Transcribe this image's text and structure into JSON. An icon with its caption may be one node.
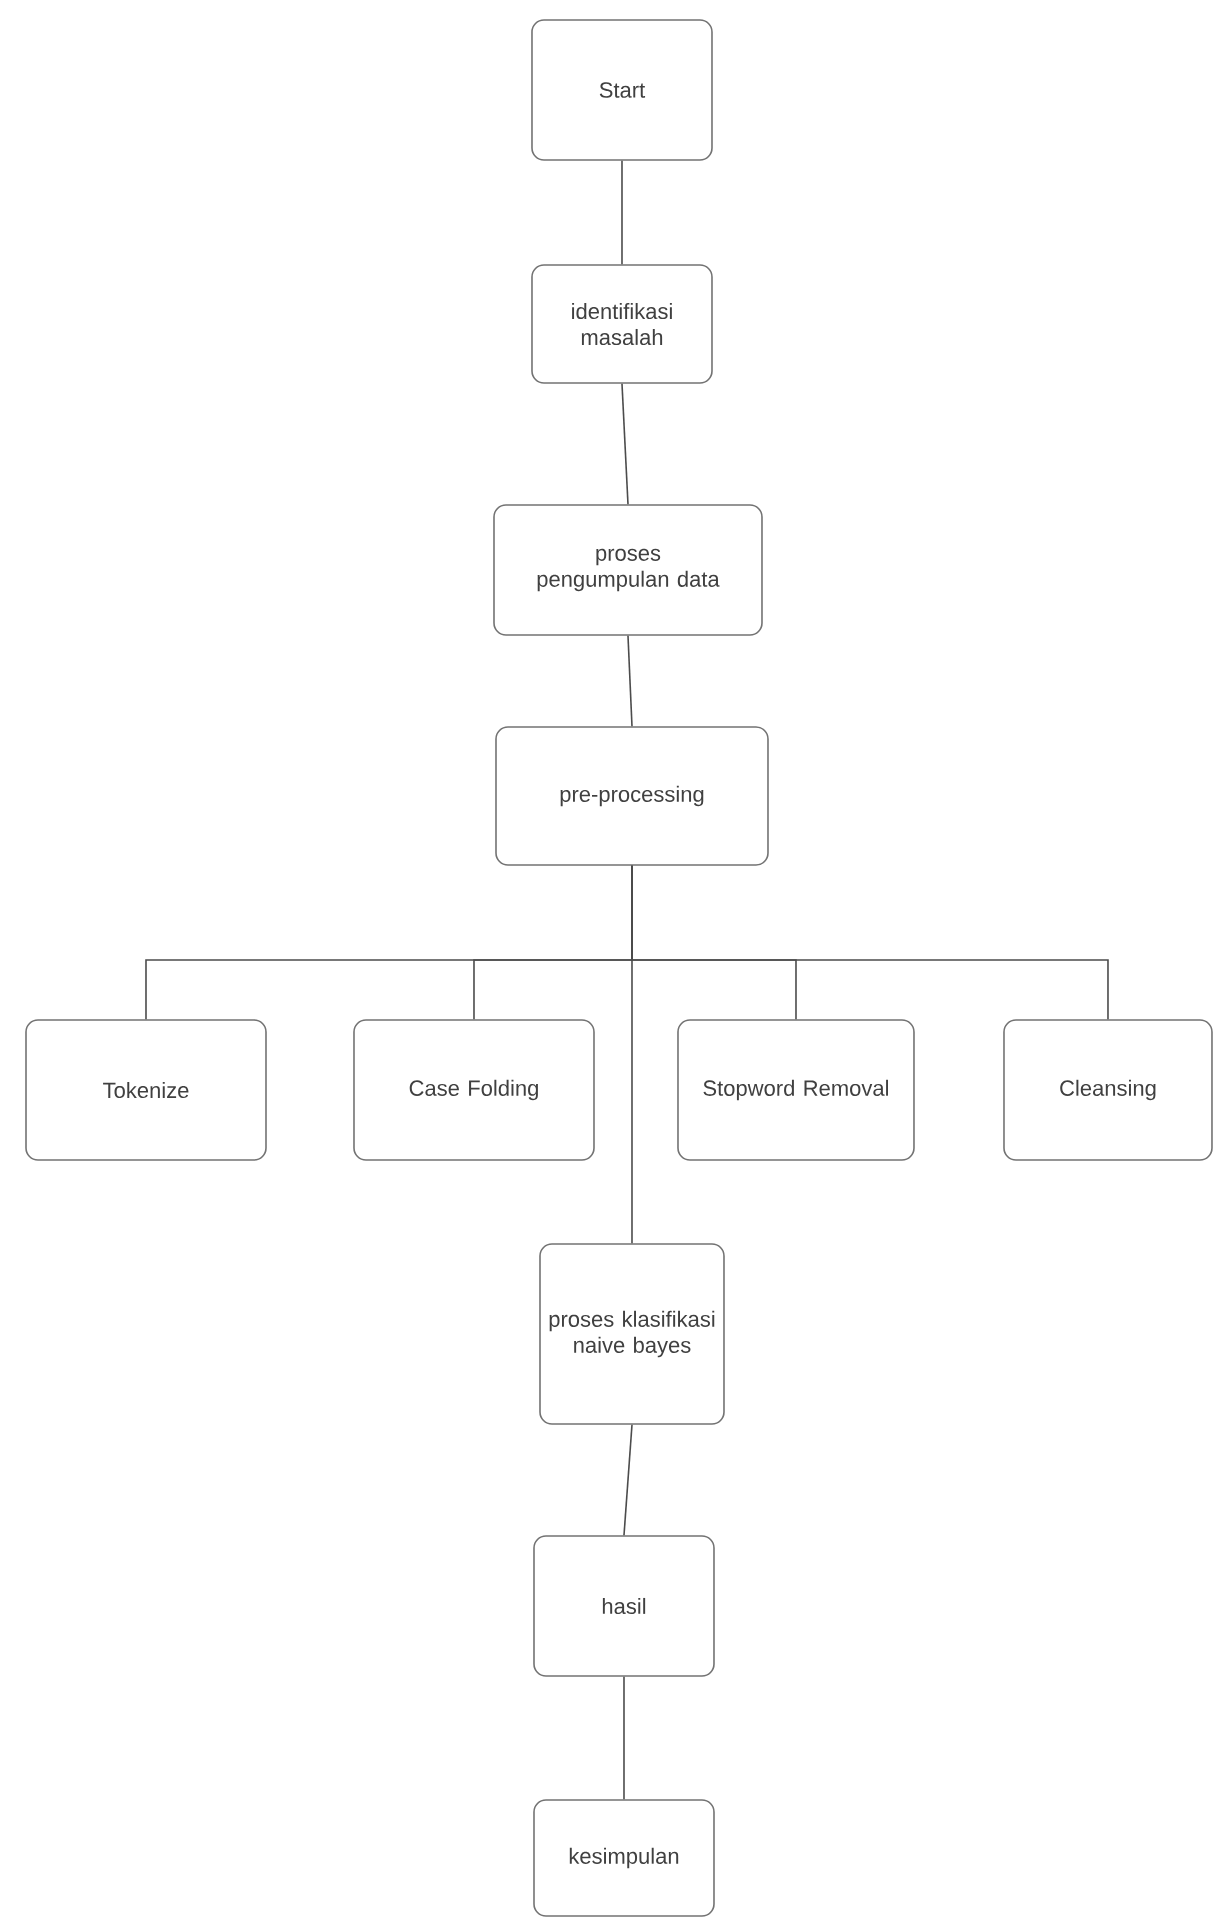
{
  "diagram": {
    "nodes": [
      {
        "text": [
          "Start"
        ]
      },
      {
        "text": [
          "identifikasi masalah"
        ]
      },
      {
        "text": [
          "proses pengumpulan data"
        ]
      },
      {
        "text": [
          "pre-processing"
        ]
      },
      {
        "text": [
          "Tokenize"
        ]
      },
      {
        "text": [
          "Case Folding"
        ]
      },
      {
        "text": [
          "Stopword Removal"
        ]
      },
      {
        "text": [
          "Cleansing"
        ]
      },
      {
        "text": [
          "proses klasifikasi naive bayes"
        ]
      },
      {
        "text": [
          "hasil"
        ]
      },
      {
        "text": [
          "kesimpulan"
        ]
      }
    ],
    "edges": [
      {
        "from": 0,
        "to": 1,
        "arrow": "none"
      },
      {
        "from": 1,
        "to": 2,
        "arrow": "none"
      },
      {
        "from": 2,
        "to": 3,
        "arrow": "none"
      },
      {
        "from": 3,
        "to": 4,
        "arrow": "none"
      },
      {
        "from": 3,
        "to": 5,
        "arrow": "none"
      },
      {
        "from": 3,
        "to": 6,
        "arrow": "none"
      },
      {
        "from": 3,
        "to": 7,
        "arrow": "none"
      },
      {
        "from": 3,
        "to": 8,
        "arrow": "none"
      },
      {
        "from": 8,
        "to": 9,
        "arrow": "none"
      },
      {
        "from": 9,
        "to": 10,
        "arrow": "none"
      }
    ]
  }
}
